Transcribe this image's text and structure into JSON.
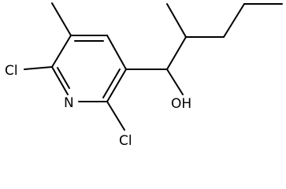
{
  "structure": {
    "atoms": {
      "cl_left": "Cl",
      "cl_right": "Cl",
      "n": "N",
      "oh": "OH"
    }
  }
}
